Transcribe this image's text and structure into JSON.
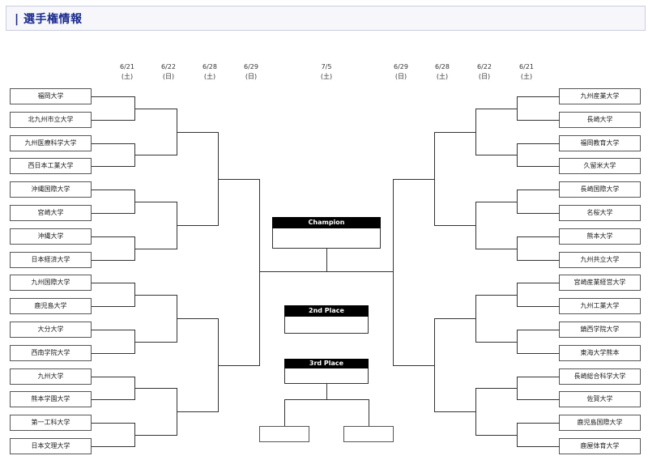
{
  "header": {
    "title": "| 選手権情報"
  },
  "dates": {
    "left": [
      {
        "date": "6/21",
        "day": "(土)"
      },
      {
        "date": "6/22",
        "day": "(日)"
      },
      {
        "date": "6/28",
        "day": "(土)"
      },
      {
        "date": "6/29",
        "day": "(日)"
      }
    ],
    "center": {
      "date": "7/5",
      "day": "(土)"
    },
    "right": [
      {
        "date": "6/29",
        "day": "(日)"
      },
      {
        "date": "6/28",
        "day": "(土)"
      },
      {
        "date": "6/22",
        "day": "(日)"
      },
      {
        "date": "6/21",
        "day": "(土)"
      }
    ]
  },
  "left_teams": [
    "福岡大学",
    "北九州市立大学",
    "九州医療科学大学",
    "西日本工業大学",
    "沖縄国際大学",
    "宮崎大学",
    "沖縄大学",
    "日本経済大学",
    "九州国際大学",
    "鹿児島大学",
    "大分大学",
    "西南学院大学",
    "九州大学",
    "熊本学園大学",
    "第一工科大学",
    "日本文理大学"
  ],
  "right_teams": [
    "九州産業大学",
    "長崎大学",
    "福岡教育大学",
    "久留米大学",
    "長崎国際大学",
    "名桜大学",
    "熊本大学",
    "九州共立大学",
    "宮崎産業経営大学",
    "九州工業大学",
    "鎮西学院大学",
    "東海大学熊本",
    "長崎総合科学大学",
    "佐賀大学",
    "鹿児島国際大学",
    "鹿屋体育大学"
  ],
  "results": {
    "champion": "Champion",
    "second": "2nd Place",
    "third": "3rd Place"
  }
}
